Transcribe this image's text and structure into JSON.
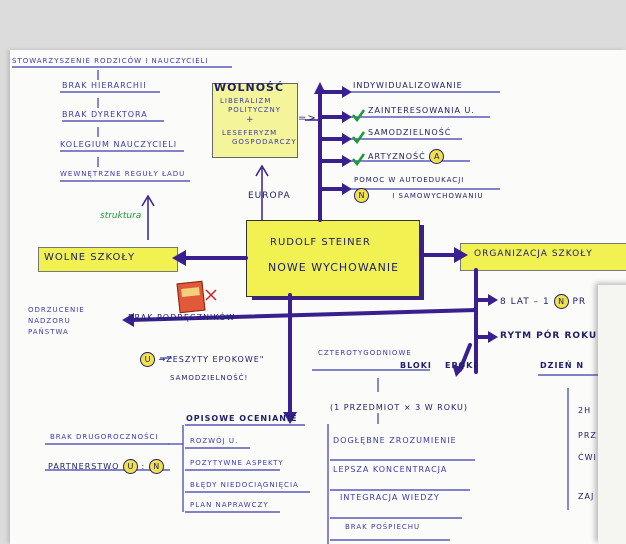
{
  "colors": {
    "blue": "#3b3bb0",
    "navy": "#20206a",
    "highlight": "#f1f152",
    "arrow": "#3a1f8f",
    "green": "#1d9a3a",
    "red": "#d02020"
  },
  "left_chain": {
    "top": "Stowarzyszenie rodziców i nauczycieli",
    "item1": "Brak hierarchii",
    "item2": "Brak dyrektora",
    "item3": "Kolegium nauczycieli",
    "item4": "Wewnętrzne reguły ładu"
  },
  "wolnosc": {
    "title": "Wolność",
    "line1": "Liberalizm",
    "line2": "polityczny",
    "plus": "+",
    "line3": "Leseferyzm",
    "line4": "gospodarczy"
  },
  "implies": "=>",
  "europa": "Europa",
  "struktura": "struktura",
  "right_top": {
    "item1": "Indywidualizowanie",
    "item2": "Zainteresowania u.",
    "item3": "Samodzielność",
    "item4": "Artyzność",
    "item4_badge": "A",
    "item5": "Pomoc w autoedukacji",
    "item5_badge": "N",
    "item5_tail": "i samowychowaniu"
  },
  "center": {
    "line1": "Rudolf Steiner",
    "line2": "Nowe Wychowanie"
  },
  "wolne_szkoly": "Wolne szkoły",
  "organizacja": "Organizacja szkoły",
  "odrzucenie": {
    "line1": "Odrzucenie",
    "line2": "nadzoru",
    "line3": "państwa"
  },
  "book_icon": "book-icon",
  "podrecznikow": "Brak podręczników",
  "zeszyty": {
    "badge": "U",
    "text": "→Zeszyty epokowe\"",
    "sub": "samodzielność!"
  },
  "lat": {
    "text": "8 lat – 1",
    "badge": "N",
    "tail": "pr"
  },
  "rytm": "Rytm pór roku",
  "dzien": "Dzień n",
  "dzien_items": [
    "2h",
    "prz",
    "ćwi",
    "zaj"
  ],
  "bloki": {
    "line1": "Czterotygodniowe",
    "line2": "bloki",
    "line3": "epoki"
  },
  "przedmiot": "(1 przedmiot × 3 w roku)",
  "bloki_items": [
    "Dogłębne zrozumienie",
    "Lepsza koncentracja",
    "Integracja wiedzy",
    "Brak pośpiechu"
  ],
  "opisowe": {
    "title": "Opisowe ocenianie",
    "items": [
      "Rozwój u.",
      "Pozytywne aspekty",
      "Błędy niedociągnięcia",
      "Plan naprawczy"
    ]
  },
  "drugoroczn": "Brak drugoroczności",
  "partnerstwo": {
    "text": "Partnerstwo",
    "badge1": "U",
    "sep": ":",
    "badge2": "N"
  }
}
